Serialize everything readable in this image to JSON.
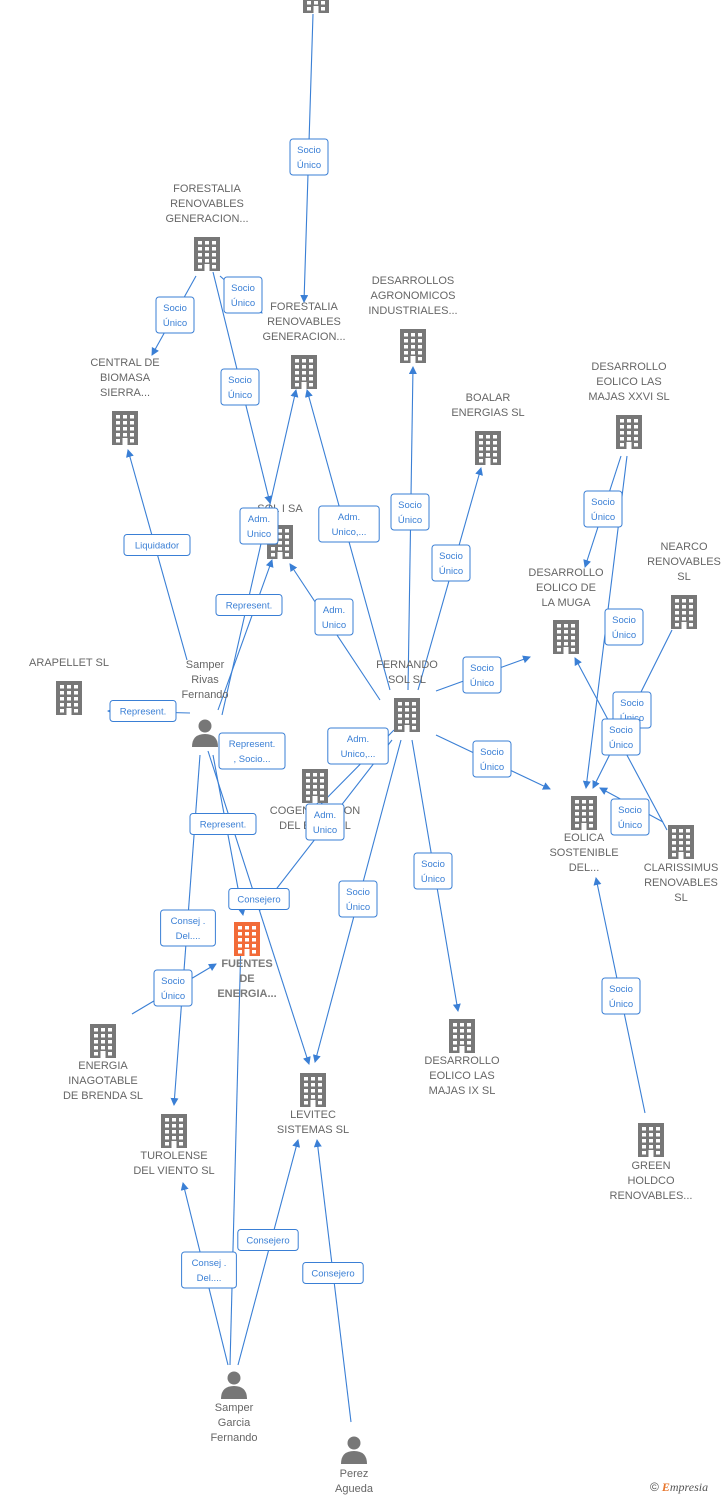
{
  "colors": {
    "edge": "#3a7fd5",
    "node": "#777777",
    "focus": "#f26b38",
    "person": "#777777"
  },
  "nodes": [
    {
      "id": "top",
      "type": "company",
      "label": []
    },
    {
      "id": "frg1",
      "type": "company",
      "label": [
        "FORESTALIA",
        "RENOVABLES",
        "GENERACION..."
      ]
    },
    {
      "id": "frg2",
      "type": "company",
      "label": [
        "FORESTALIA",
        "RENOVABLES",
        "GENERACION..."
      ]
    },
    {
      "id": "cbs",
      "type": "company",
      "label": [
        "CENTRAL DE",
        "BIOMASA",
        "SIERRA..."
      ]
    },
    {
      "id": "dai",
      "type": "company",
      "label": [
        "DESARROLLOS",
        "AGRONOMICOS",
        "INDUSTRIALES..."
      ]
    },
    {
      "id": "boalar",
      "type": "company",
      "label": [
        "BOALAR",
        "ENERGIAS  SL"
      ]
    },
    {
      "id": "dem26",
      "type": "company",
      "label": [
        "DESARROLLO",
        "EOLICO LAS",
        "MAJAS XXVI  SL"
      ]
    },
    {
      "id": "sol",
      "type": "company",
      "label": [
        "SOL I SA"
      ]
    },
    {
      "id": "nearco",
      "type": "company",
      "label": [
        "NEARCO",
        "RENOVABLES",
        "SL"
      ]
    },
    {
      "id": "demuga",
      "type": "company",
      "label": [
        "DESARROLLO",
        "EOLICO DE",
        "LA MUGA"
      ]
    },
    {
      "id": "arapellet",
      "type": "company",
      "label": [
        "ARAPELLET  SL"
      ]
    },
    {
      "id": "srf",
      "type": "person",
      "label": [
        "Samper",
        "Rivas",
        "Fernando"
      ]
    },
    {
      "id": "fsol",
      "type": "company",
      "label": [
        "FERNANDO",
        "SOL SL"
      ]
    },
    {
      "id": "cogen",
      "type": "company",
      "label": [
        "COGENERACION",
        "DEL EBRO SL"
      ]
    },
    {
      "id": "eolica",
      "type": "company",
      "label": [
        "EOLICA",
        "SOSTENIBLE",
        "DEL..."
      ]
    },
    {
      "id": "clar",
      "type": "company",
      "label": [
        "CLARISSIMUS",
        "RENOVABLES",
        "SL"
      ]
    },
    {
      "id": "fuentes",
      "type": "focus",
      "label": [
        "FUENTES",
        "DE",
        "ENERGIA..."
      ]
    },
    {
      "id": "eib",
      "type": "company",
      "label": [
        "ENERGIA",
        "INAGOTABLE",
        "DE BRENDA  SL"
      ]
    },
    {
      "id": "dem9",
      "type": "company",
      "label": [
        "DESARROLLO",
        "EOLICO LAS",
        "MAJAS IX  SL"
      ]
    },
    {
      "id": "levitec",
      "type": "company",
      "label": [
        "LEVITEC",
        "SISTEMAS  SL"
      ]
    },
    {
      "id": "turol",
      "type": "company",
      "label": [
        "TUROLENSE",
        "DEL VIENTO SL"
      ]
    },
    {
      "id": "green",
      "type": "company",
      "label": [
        "GREEN",
        "HOLDCO",
        "RENOVABLES..."
      ]
    },
    {
      "id": "sgf",
      "type": "person",
      "label": [
        "Samper",
        "Garcia",
        "Fernando"
      ]
    },
    {
      "id": "pa",
      "type": "person",
      "label": [
        "Perez",
        "Agueda"
      ]
    }
  ],
  "edges": [
    {
      "from": "top",
      "to": "frg2",
      "label": [
        "Socio",
        "Único"
      ]
    },
    {
      "from": "frg1",
      "to": "cbs",
      "label": [
        "Socio",
        "Único"
      ]
    },
    {
      "from": "frg1",
      "to": "frg2",
      "label": [
        "Socio",
        "Único"
      ]
    },
    {
      "from": "frg1",
      "to": "sol",
      "label": [
        "Socio",
        "Único"
      ]
    },
    {
      "from": "srf",
      "to": "cbs",
      "label": [
        "Liquidador"
      ]
    },
    {
      "from": "srf",
      "to": "frg2",
      "label": [
        "Adm.",
        "Unico"
      ]
    },
    {
      "from": "srf",
      "to": "sol",
      "label": [
        "Represent."
      ]
    },
    {
      "from": "srf",
      "to": "arapellet",
      "label": [
        "Represent."
      ]
    },
    {
      "from": "srf",
      "to": "levitec",
      "label": [
        "Represent.",
        ", Socio..."
      ]
    },
    {
      "from": "srf",
      "to": "fuentes",
      "label": [
        "Represent."
      ]
    },
    {
      "from": "srf",
      "to": "turol",
      "label": [
        "Consej .",
        "Del...."
      ]
    },
    {
      "from": "fsol",
      "to": "frg2",
      "label": [
        "Adm.",
        "Unico,..."
      ]
    },
    {
      "from": "fsol",
      "to": "sol",
      "label": [
        "Adm.",
        "Unico"
      ]
    },
    {
      "from": "fsol",
      "to": "dai",
      "label": [
        "Socio",
        "Único"
      ]
    },
    {
      "from": "fsol",
      "to": "boalar",
      "label": [
        "Socio",
        "Único"
      ]
    },
    {
      "from": "fsol",
      "to": "demuga",
      "label": [
        "Socio",
        "Único"
      ]
    },
    {
      "from": "fsol",
      "to": "eolica",
      "label": [
        "Socio",
        "Único"
      ]
    },
    {
      "from": "fsol",
      "to": "cogen",
      "label": [
        "Adm.",
        "Unico,..."
      ]
    },
    {
      "from": "fsol",
      "to": "fuentes",
      "label": [
        "Adm.",
        "Unico"
      ]
    },
    {
      "from": "fsol",
      "to": "levitec",
      "label": [
        "Socio",
        "Único"
      ]
    },
    {
      "from": "fsol",
      "to": "dem9",
      "label": [
        "Socio",
        "Único"
      ]
    },
    {
      "from": "dem26",
      "to": "demuga",
      "label": [
        "Socio",
        "Único"
      ]
    },
    {
      "from": "dem26",
      "to": "eolica",
      "label": [
        "Socio",
        "Único"
      ]
    },
    {
      "from": "nearco",
      "to": "eolica",
      "label": [
        "Socio",
        "Único"
      ]
    },
    {
      "from": "clar",
      "to": "demuga",
      "label": [
        "Socio",
        "Único"
      ]
    },
    {
      "from": "clar",
      "to": "eolica",
      "label": [
        "Socio",
        "Único"
      ]
    },
    {
      "from": "green",
      "to": "eolica",
      "label": [
        "Socio",
        "Único"
      ]
    },
    {
      "from": "eib",
      "to": "fuentes",
      "label": [
        "Socio",
        "Único"
      ]
    },
    {
      "from": "sgf",
      "to": "turol",
      "label": [
        "Consej .",
        "Del...."
      ]
    },
    {
      "from": "sgf",
      "to": "levitec",
      "label": [
        "Consejero"
      ]
    },
    {
      "from": "sgf",
      "to": "fuentes",
      "label": [
        "Consejero"
      ]
    },
    {
      "from": "pa",
      "to": "levitec",
      "label": [
        "Consejero"
      ]
    }
  ],
  "brand": {
    "copyright": "©",
    "e": "E",
    "rest": "mpresia"
  }
}
